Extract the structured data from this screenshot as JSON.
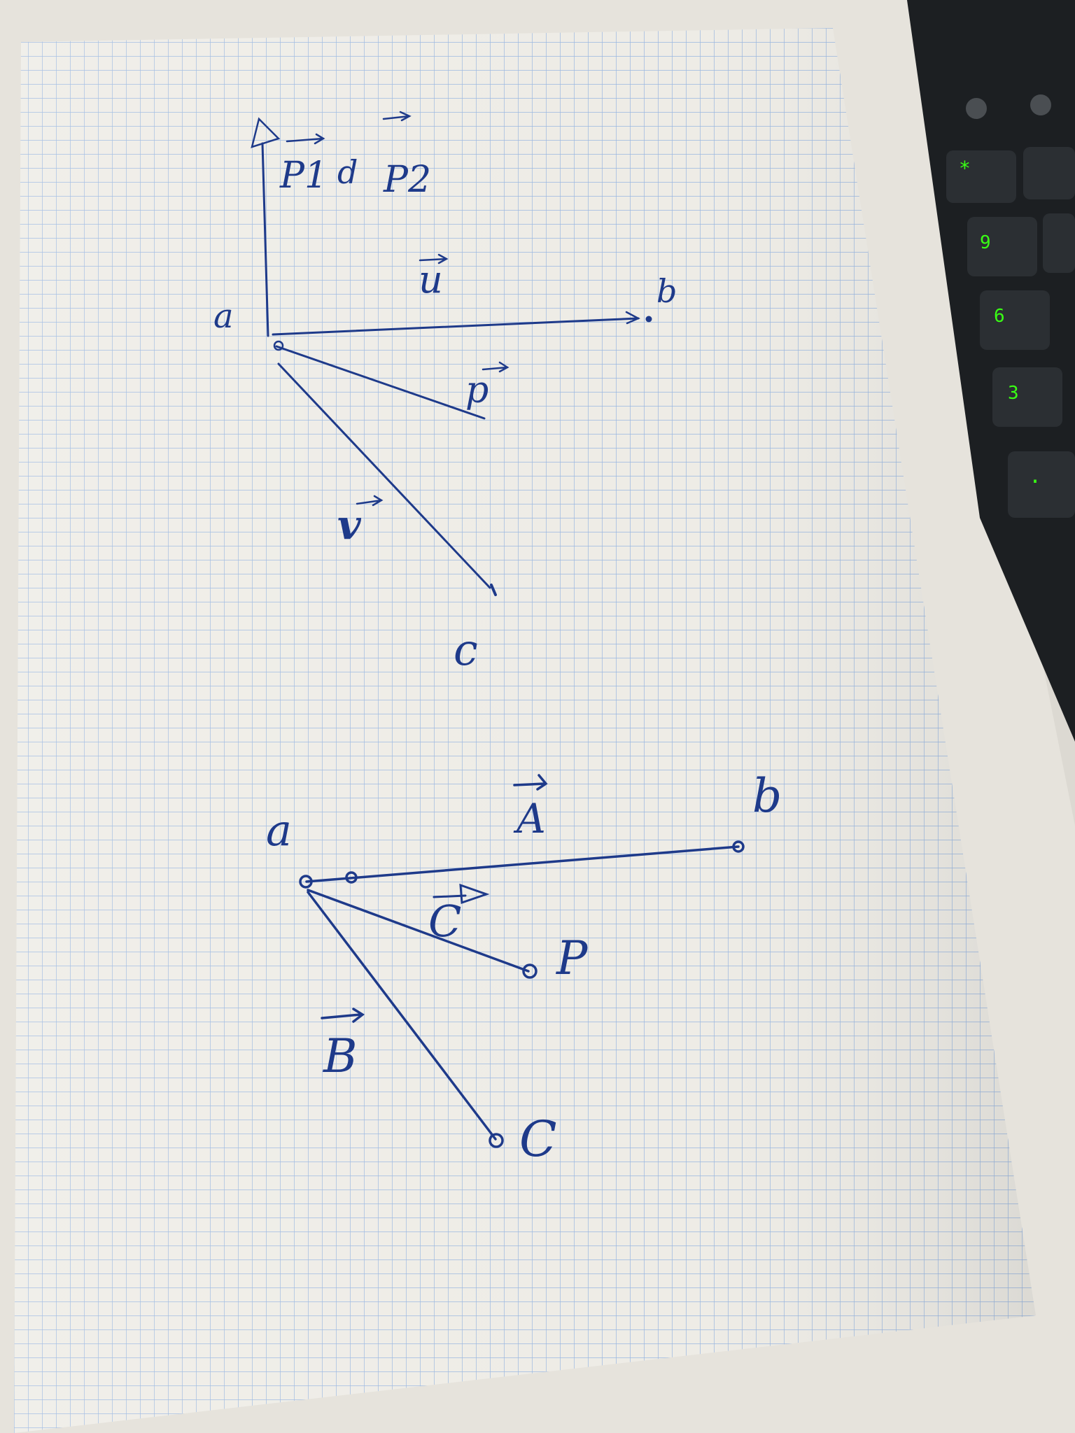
{
  "colors": {
    "ink": "#1e3a8a",
    "grid": "#8fb0df",
    "paper": "#eeece6",
    "keyboard": "#1c1f22",
    "key_glow": "#39ff14"
  },
  "top_diagram": {
    "header_p1": "P1",
    "header_and": "d",
    "header_p2": "P2",
    "vec_u": "u",
    "vec_p": "p",
    "vec_v": "v",
    "point_a": "a",
    "point_b": "b",
    "point_c": "c"
  },
  "bottom_diagram": {
    "point_a": "a",
    "point_b": "b",
    "point_c": "C",
    "point_p": "P",
    "vec_A": "A",
    "vec_B": "B",
    "vec_C": "C"
  },
  "keyboard": {
    "keys": [
      "*",
      "9",
      "6",
      "3",
      "."
    ]
  }
}
